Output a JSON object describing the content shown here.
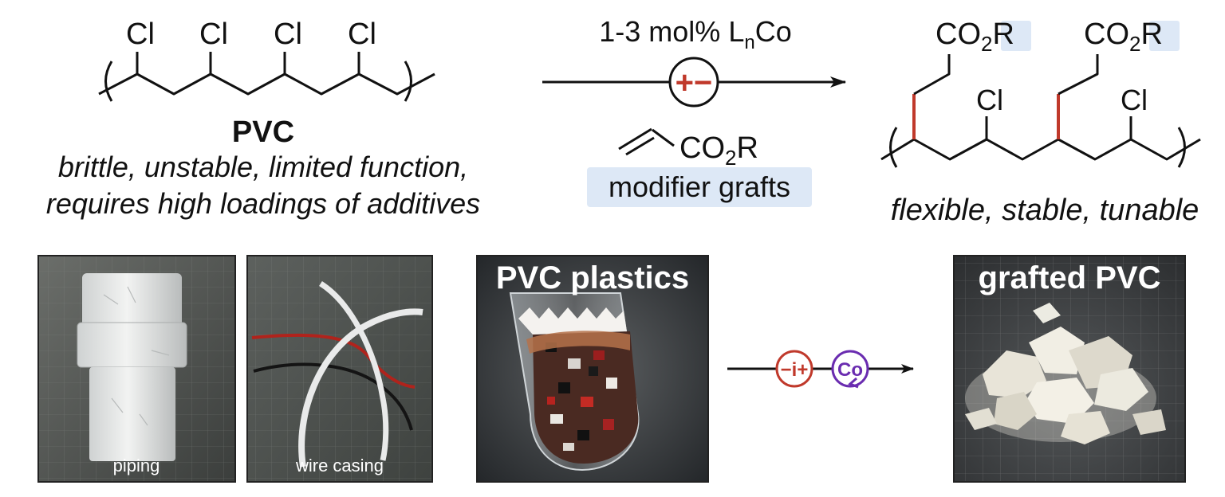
{
  "colors": {
    "bond": "#111111",
    "graft_bond": "#c0392b",
    "electro_red": "#c0392b",
    "cobalt_purple": "#6a2cb0",
    "highlight": "#dde8f6",
    "photo_border": "#222222"
  },
  "reactant": {
    "substituents": [
      "Cl",
      "Cl",
      "Cl",
      "Cl"
    ],
    "name": "PVC",
    "desc_line1": "brittle, unstable, limited function,",
    "desc_line2": "requires high loadings of additives"
  },
  "reaction": {
    "catalyst_prefix": "1-3 mol% L",
    "catalyst_sub": "n",
    "catalyst_suffix": "Co",
    "electro_symbol": "+−",
    "reagent_prefix": "CO",
    "reagent_sub": "2",
    "reagent_suffix": "R",
    "reagent_role": "modifier grafts"
  },
  "product": {
    "graft_groups": [
      {
        "prefix": "CO",
        "sub": "2",
        "suffix": "R"
      },
      {
        "prefix": "CO",
        "sub": "2",
        "suffix": "R"
      }
    ],
    "substituents": [
      "Cl",
      "Cl"
    ],
    "desc": "flexible, stable, tunable"
  },
  "photos": [
    {
      "label": "piping"
    },
    {
      "label": "wire casing"
    },
    {
      "label": "PVC plastics"
    },
    {
      "label": "grafted PVC"
    }
  ],
  "process": {
    "electro_symbol": "−i+",
    "catalyst_symbol": "Co"
  }
}
